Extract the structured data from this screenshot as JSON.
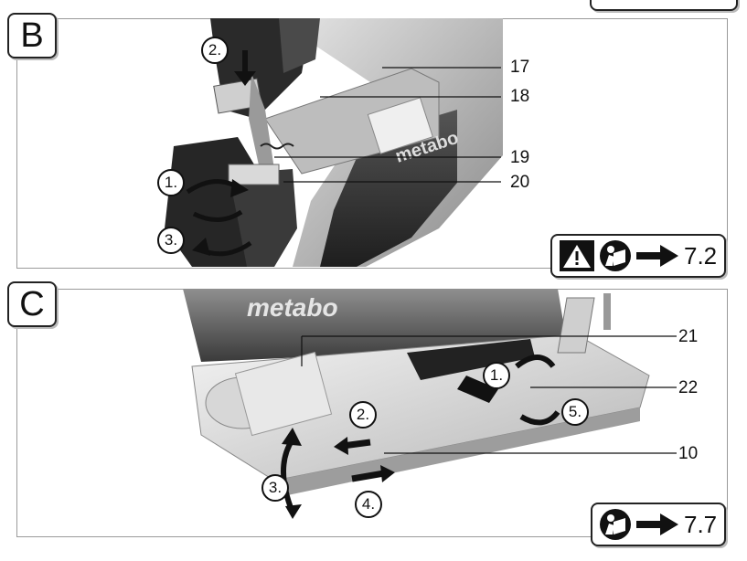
{
  "panels": [
    {
      "letter": "B",
      "callouts": [
        "17",
        "18",
        "19",
        "20"
      ],
      "steps": [
        "1.",
        "2.",
        "3."
      ],
      "brand_text": "metabo",
      "reference": {
        "icons": [
          "warning-icon",
          "read-manual-icon",
          "arrow-right-icon"
        ],
        "section": "7.2"
      }
    },
    {
      "letter": "C",
      "callouts": [
        "21",
        "22",
        "10"
      ],
      "steps": [
        "1.",
        "2.",
        "3.",
        "4.",
        "5."
      ],
      "brand_text": "metabo",
      "reference": {
        "icons": [
          "read-manual-icon",
          "arrow-right-icon"
        ],
        "section": "7.7"
      }
    }
  ],
  "colors": {
    "border": "#222222",
    "photo_dark": "#2b2b2b",
    "photo_mid": "#7a7a7a",
    "photo_light": "#d8d8d8"
  }
}
